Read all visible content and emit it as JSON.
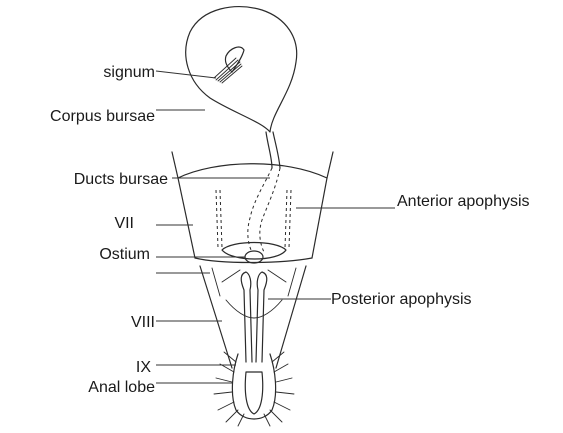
{
  "figure": {
    "labels": {
      "signum": "signum",
      "corpus_bursae": "Corpus bursae",
      "ducts_bursae": "Ducts bursae",
      "vii": "VII",
      "ostium": "Ostium",
      "viii": "VIII",
      "ix": "IX",
      "anal_lobe": "Anal lobe",
      "anterior_apophysis": "Anterior apophysis",
      "posterior_apophysis": "Posterior apophysis"
    }
  }
}
